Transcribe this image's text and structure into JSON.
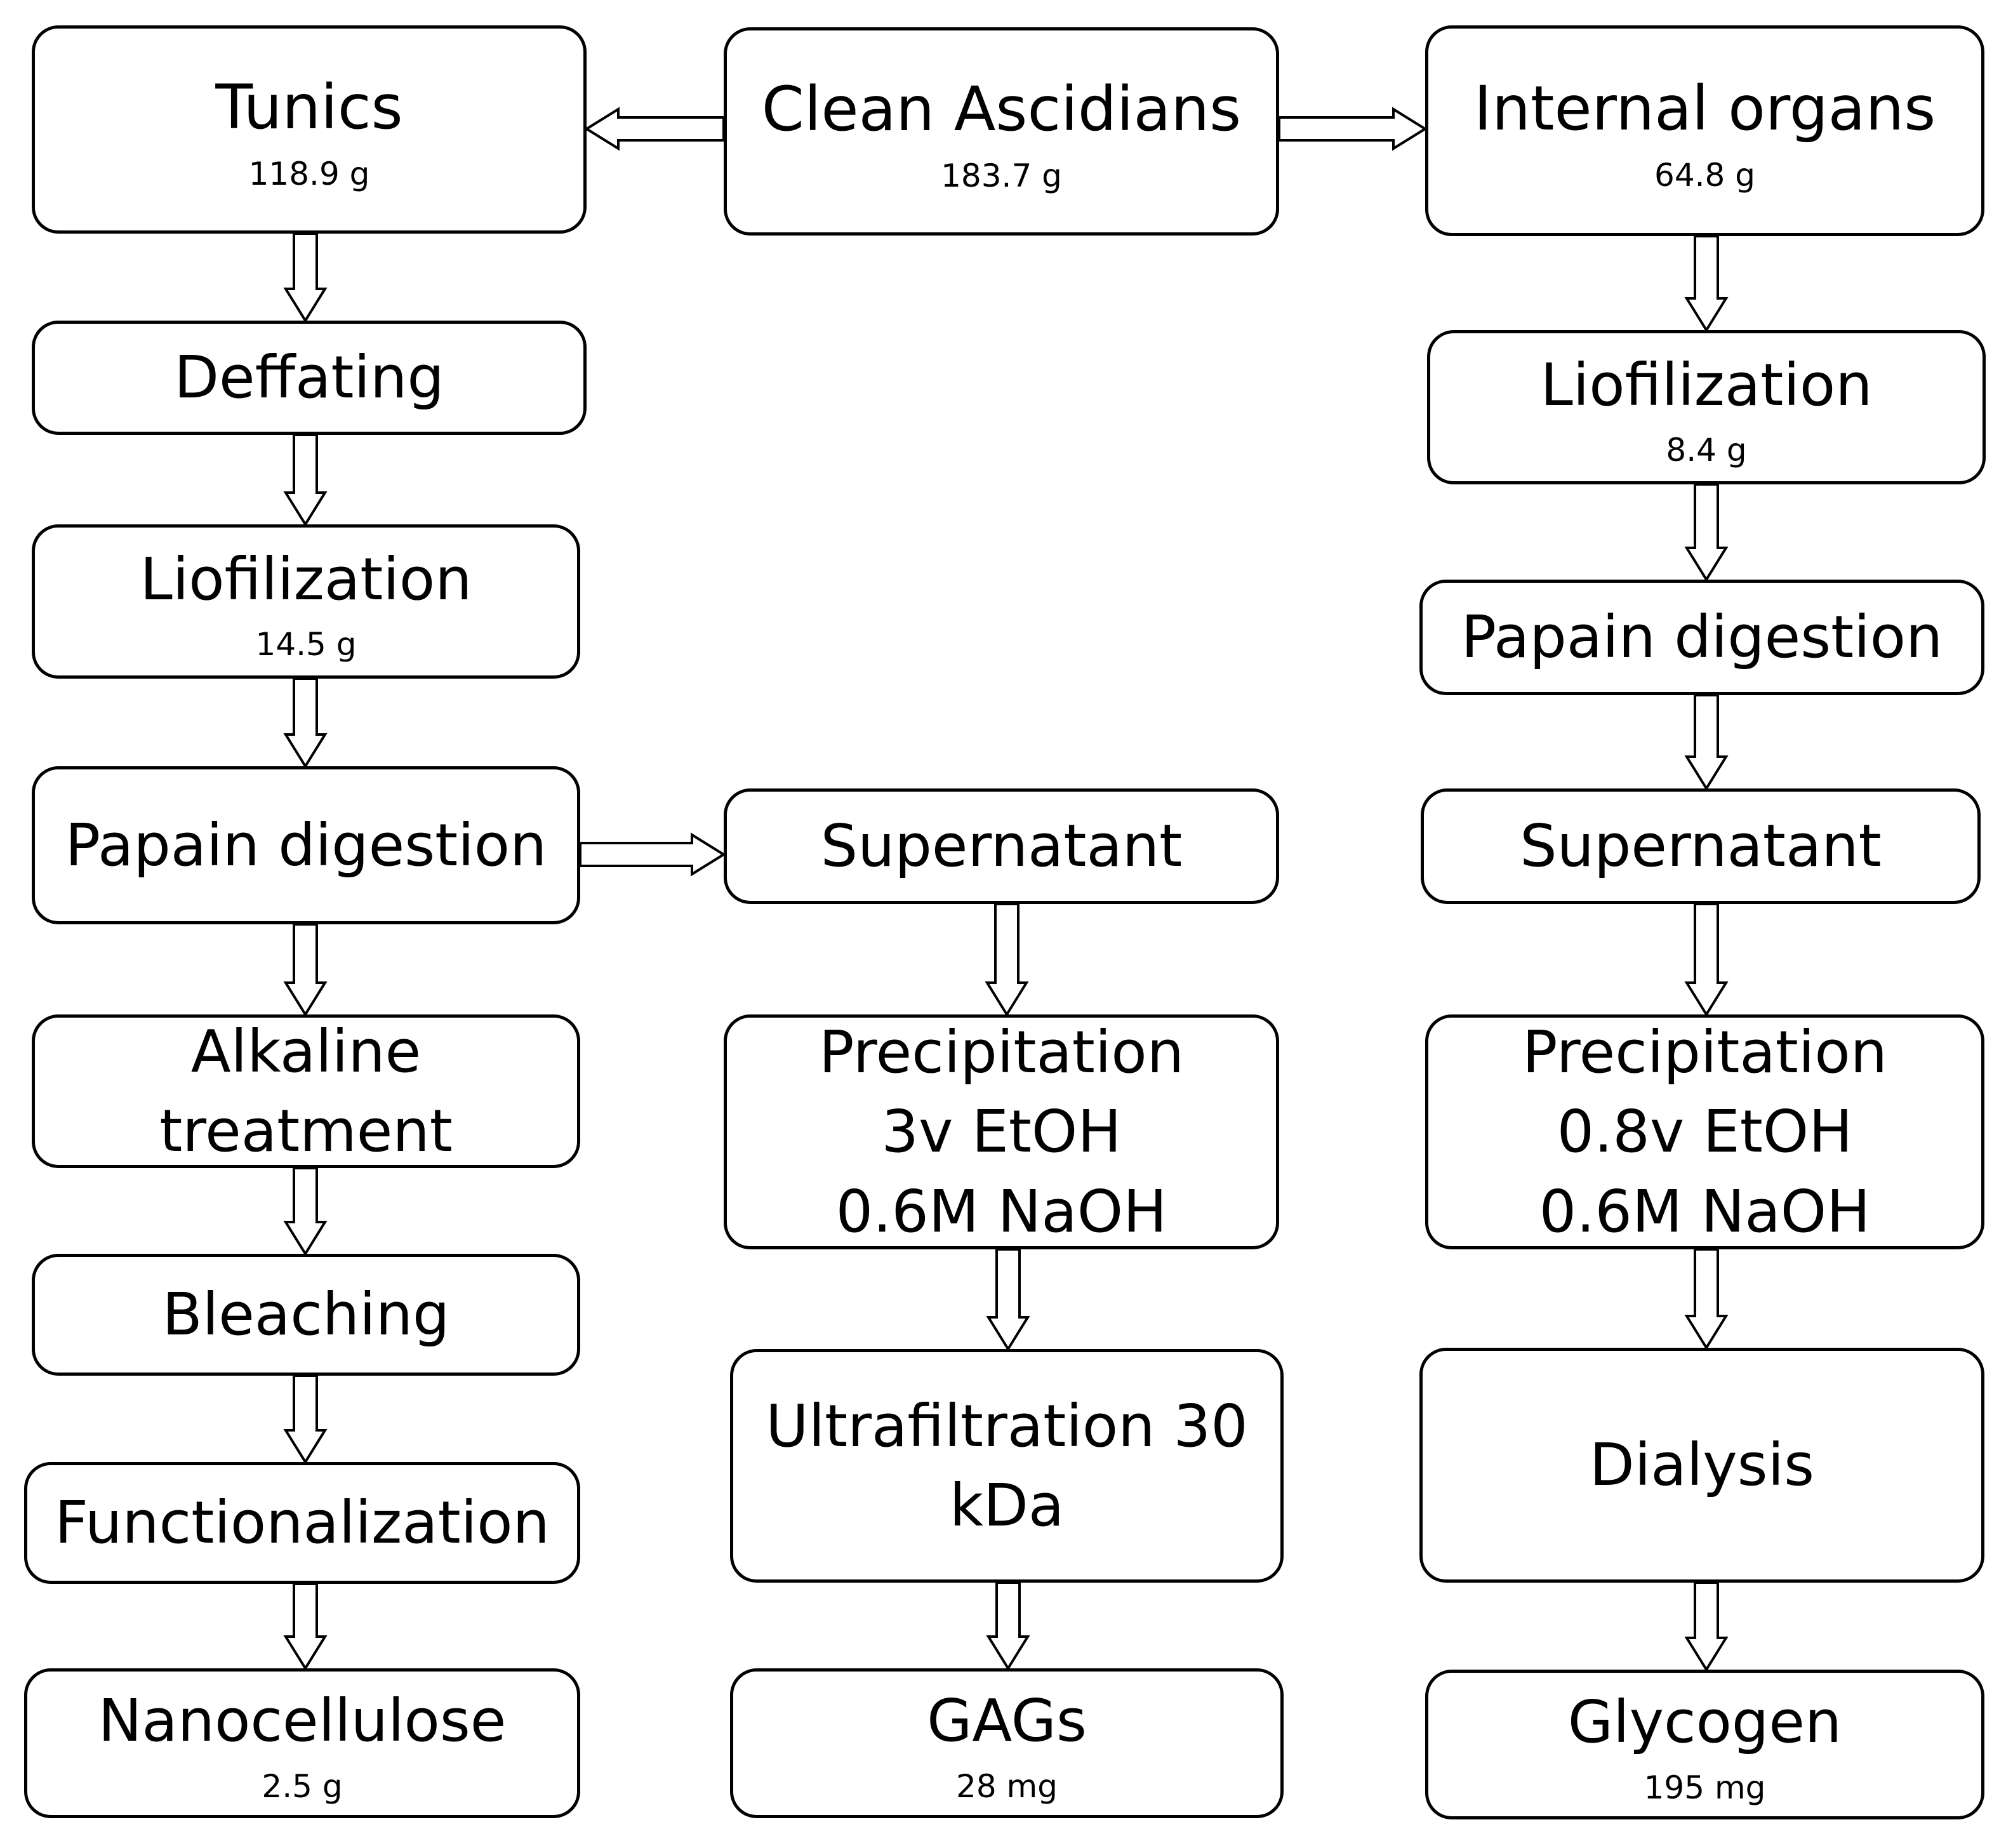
{
  "colors": {
    "stroke": "#000000",
    "fill": "#ffffff"
  },
  "nodes": {
    "tunics": {
      "label": "Tunics",
      "amount": "118.9 g"
    },
    "clean_ascidians": {
      "label": "Clean Ascidians",
      "amount": "183.7 g"
    },
    "internal_organs": {
      "label": "Internal organs",
      "amount": "64.8 g"
    },
    "deffating": {
      "label": "Deffating"
    },
    "tunic_liofilization": {
      "label": "Liofilization",
      "amount": "14.5 g"
    },
    "organ_liofilization": {
      "label": "Liofilization",
      "amount": "8.4 g"
    },
    "organ_papain": {
      "label": "Papain digestion"
    },
    "tunic_papain": {
      "label": "Papain digestion"
    },
    "supernatant_mid": {
      "label": "Supernatant"
    },
    "supernatant_right": {
      "label": "Supernatant"
    },
    "alkaline": {
      "lines": [
        "Alkaline",
        "treatment"
      ]
    },
    "precip_mid": {
      "lines": [
        "Precipitation",
        "3v EtOH",
        "0.6M NaOH"
      ]
    },
    "precip_right": {
      "lines": [
        "Precipitation",
        "0.8v EtOH",
        "0.6M NaOH"
      ]
    },
    "bleaching": {
      "label": "Bleaching"
    },
    "ultrafiltration": {
      "lines": [
        "Ultrafiltration 30",
        "kDa"
      ]
    },
    "dialysis": {
      "label": "Dialysis"
    },
    "functionalization": {
      "label": "Functionalization"
    },
    "nanocellulose": {
      "label": "Nanocellulose",
      "amount": "2.5 g"
    },
    "gags": {
      "label": "GAGs",
      "amount": "28 mg"
    },
    "glycogen": {
      "label": "Glycogen",
      "amount": "195 mg"
    }
  },
  "edges": [
    {
      "from": "clean_ascidians",
      "to": "tunics"
    },
    {
      "from": "clean_ascidians",
      "to": "internal_organs"
    },
    {
      "from": "tunics",
      "to": "deffating"
    },
    {
      "from": "deffating",
      "to": "tunic_liofilization"
    },
    {
      "from": "tunic_liofilization",
      "to": "tunic_papain"
    },
    {
      "from": "tunic_papain",
      "to": "supernatant_mid"
    },
    {
      "from": "tunic_papain",
      "to": "alkaline"
    },
    {
      "from": "alkaline",
      "to": "bleaching"
    },
    {
      "from": "bleaching",
      "to": "functionalization"
    },
    {
      "from": "functionalization",
      "to": "nanocellulose"
    },
    {
      "from": "supernatant_mid",
      "to": "precip_mid"
    },
    {
      "from": "precip_mid",
      "to": "ultrafiltration"
    },
    {
      "from": "ultrafiltration",
      "to": "gags"
    },
    {
      "from": "internal_organs",
      "to": "organ_liofilization"
    },
    {
      "from": "organ_liofilization",
      "to": "organ_papain"
    },
    {
      "from": "organ_papain",
      "to": "supernatant_right"
    },
    {
      "from": "supernatant_right",
      "to": "precip_right"
    },
    {
      "from": "precip_right",
      "to": "dialysis"
    },
    {
      "from": "dialysis",
      "to": "glycogen"
    }
  ]
}
